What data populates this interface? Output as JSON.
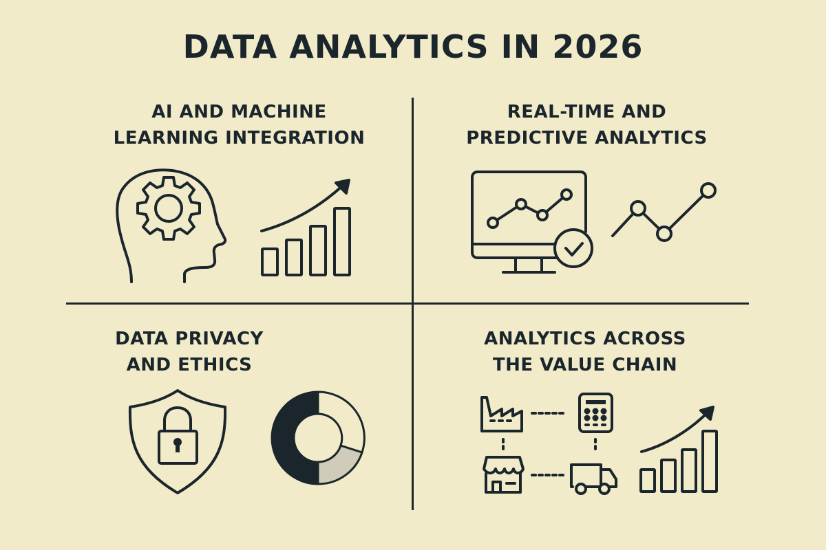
{
  "title": "DATA ANALYTICS IN 2026",
  "colors": {
    "background": "#f2ebca",
    "ink": "#1b262c",
    "donut_dark": "#1b262c",
    "donut_light": "#cfcdb9",
    "donut_cream": "#f2ebca"
  },
  "sections": [
    {
      "position": "top-left",
      "heading": "AI AND MACHINE\nLEARNING INTEGRATION",
      "icons": [
        "head-gear-icon",
        "growth-bar-chart-icon"
      ]
    },
    {
      "position": "top-right",
      "heading": "REAL-TIME AND\nPREDICTIVE ANALYTICS",
      "icons": [
        "monitor-line-chart-icon",
        "check-circle-icon",
        "line-graph-icon"
      ]
    },
    {
      "position": "bottom-left",
      "heading": "DATA PRIVACY\nAND ETHICS",
      "icons": [
        "shield-lock-icon",
        "donut-chart-icon"
      ]
    },
    {
      "position": "bottom-right",
      "heading": "ANALYTICS ACROSS\nTHE VALUE CHAIN",
      "icons": [
        "factory-icon",
        "calculator-icon",
        "store-icon",
        "truck-icon",
        "growth-bar-chart-icon"
      ]
    }
  ]
}
